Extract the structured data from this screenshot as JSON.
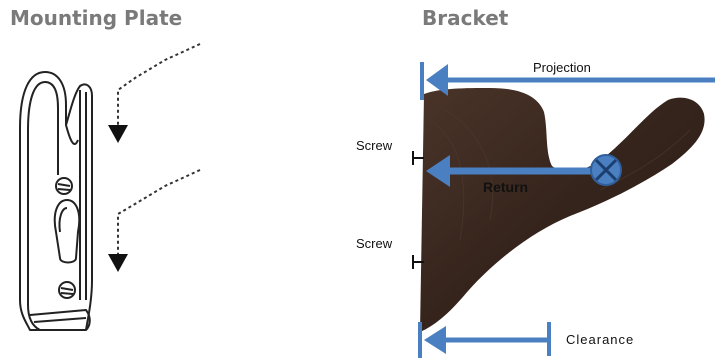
{
  "headings": {
    "mounting_plate": "Mounting Plate",
    "bracket": "Bracket"
  },
  "labels": {
    "projection": "Projection",
    "screw_top": "Screw",
    "screw_bottom": "Screw",
    "return": "Return",
    "clearance": "Clearance"
  },
  "colors": {
    "heading": "#7a7a7a",
    "arrow": "#4a7fc1",
    "bracket_wood": "#3d2b22",
    "text": "#111111"
  }
}
